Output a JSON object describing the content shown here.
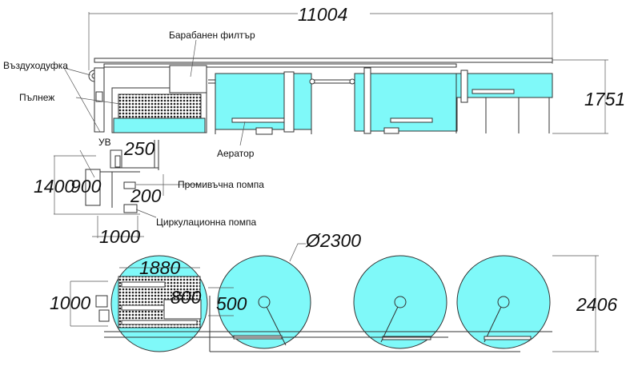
{
  "labels": {
    "blower": "Въздуходуфка",
    "fill": "Пълнеж",
    "drum_filter": "Барабанен филтър",
    "aerator": "Аератор",
    "uv": "УВ",
    "flush_pump": "Промивъчна помпа",
    "circulation_pump": "Циркулационна помпа"
  },
  "dimensions": {
    "total_length": "11004",
    "height": "1751",
    "uv_width": "250",
    "unit_height": "1400",
    "unit_inner": "900",
    "pump_gap": "200",
    "unit_width": "1000",
    "tank_diameter": "Ø2300",
    "filter_length": "1880",
    "plan_width": "1000",
    "inner_800": "800",
    "inner_500": "500",
    "total_width": "2406"
  },
  "colors": {
    "water": "#7ff9f9",
    "line": "#333333"
  }
}
